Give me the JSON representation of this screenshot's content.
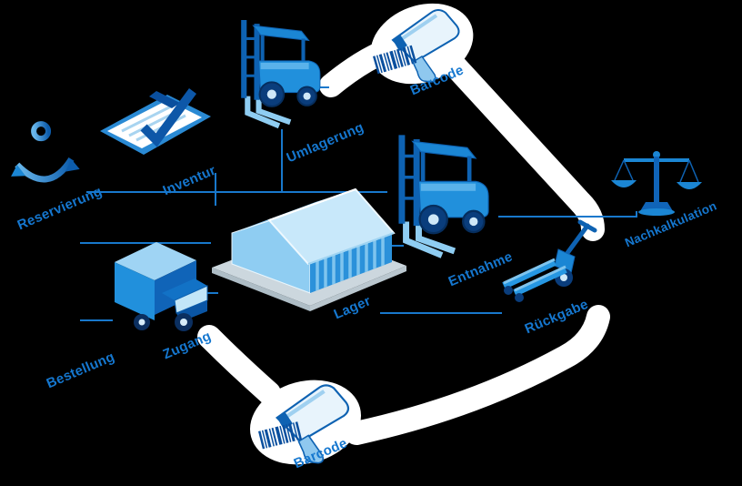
{
  "diagram": {
    "type": "warehouse-process-flow",
    "labels": {
      "reservierung": "Reservierung",
      "inventur": "Inventur",
      "umlagerung": "Umlagerung",
      "barcode_top": "Barcode",
      "entnahme": "Entnahme",
      "nachkalkulation": "Nachkalkulation",
      "rueckgabe": "Rückgabe",
      "lager": "Lager",
      "zugang": "Zugang",
      "bestellung": "Bestellung",
      "barcode_bottom": "Barcode"
    },
    "colors": {
      "background": "#000000",
      "label_text": "#1577cf",
      "connector_line": "#1878cc",
      "flow_band": "#ffffff",
      "icon_blue": "#1b86d4",
      "icon_dark_blue": "#0e62b2",
      "icon_light_blue": "#8fcdf2",
      "warehouse_wall": "#2b91da",
      "warehouse_roof": "#c8e8fa",
      "platform_gray": "#ccd7de",
      "barcode_bars": "#0a4f9e"
    },
    "icons": [
      {
        "name": "anchor-icon",
        "label": "Reservierung"
      },
      {
        "name": "clipboard-check-icon",
        "label": "Inventur"
      },
      {
        "name": "forklift-icon",
        "label": "Umlagerung"
      },
      {
        "name": "barcode-scanner-icon",
        "label": "Barcode"
      },
      {
        "name": "forklift-icon",
        "label": "Entnahme"
      },
      {
        "name": "balance-scale-icon",
        "label": "Nachkalkulation"
      },
      {
        "name": "pallet-jack-icon",
        "label": "Rückgabe"
      },
      {
        "name": "warehouse-icon",
        "label": "Lager"
      },
      {
        "name": "truck-icon",
        "label": "Zugang"
      },
      {
        "name": "barcode-scanner-icon",
        "label": "Barcode"
      }
    ]
  }
}
